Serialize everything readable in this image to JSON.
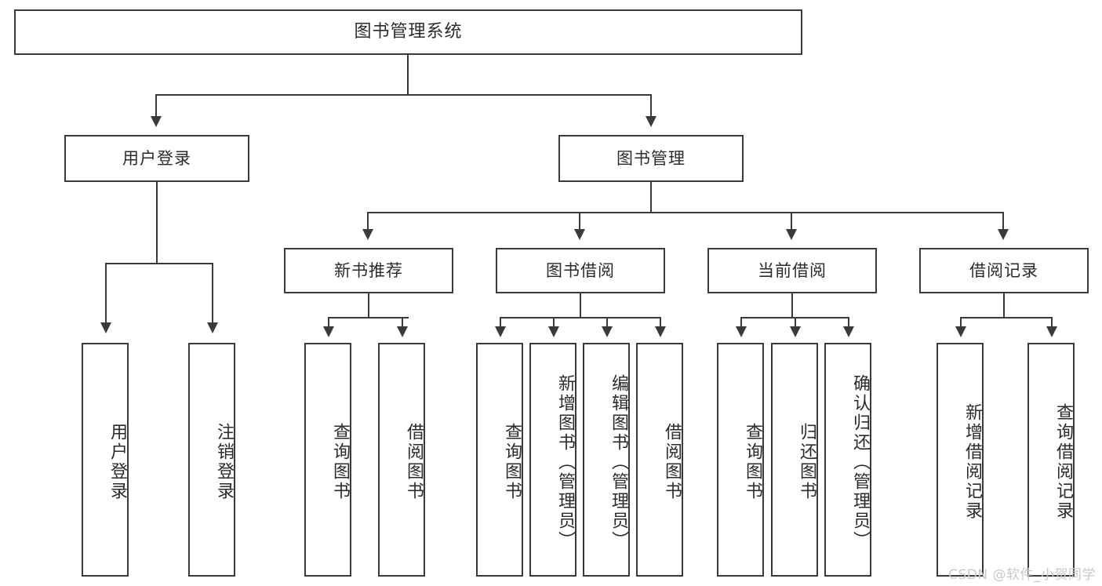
{
  "diagram": {
    "title": "图书管理系统",
    "type": "function-decomposition-tree",
    "watermark": "CSDN @软件_小贺同学",
    "colors": {
      "stroke": "#3a3a3a",
      "text": "#2b2b2b",
      "background": "#ffffff",
      "watermark": "#c9c9c9"
    },
    "root": {
      "label": "图书管理系统"
    },
    "level2": [
      {
        "key": "user-login",
        "label": "用户登录"
      },
      {
        "key": "book-manage",
        "label": "图书管理"
      }
    ],
    "level3": [
      {
        "key": "new-book-recommend",
        "label": "新书推荐"
      },
      {
        "key": "book-borrow",
        "label": "图书借阅"
      },
      {
        "key": "current-borrow",
        "label": "当前借阅"
      },
      {
        "key": "borrow-record",
        "label": "借阅记录"
      }
    ],
    "leaves": {
      "user_login": [
        {
          "key": "leaf-user-login",
          "label": "用户登录"
        },
        {
          "key": "leaf-logout",
          "label": "注销登录"
        }
      ],
      "new_book_recommend": [
        {
          "key": "leaf-query-book-1",
          "label": "查询图书"
        },
        {
          "key": "leaf-borrow-book-1",
          "label": "借阅图书"
        }
      ],
      "book_borrow": [
        {
          "key": "leaf-query-book-2",
          "label": "查询图书"
        },
        {
          "key": "leaf-add-book",
          "label": "新增图书（管理员）"
        },
        {
          "key": "leaf-edit-book",
          "label": "编辑图书（管理员）"
        },
        {
          "key": "leaf-borrow-book-2",
          "label": "借阅图书"
        }
      ],
      "current_borrow": [
        {
          "key": "leaf-query-book-3",
          "label": "查询图书"
        },
        {
          "key": "leaf-return-book",
          "label": "归还图书"
        },
        {
          "key": "leaf-confirm-return",
          "label": "确认归还（管理员）"
        }
      ],
      "borrow_record": [
        {
          "key": "leaf-add-record",
          "label": "新增借阅记录"
        },
        {
          "key": "leaf-query-record",
          "label": "查询借阅记录"
        }
      ]
    }
  }
}
